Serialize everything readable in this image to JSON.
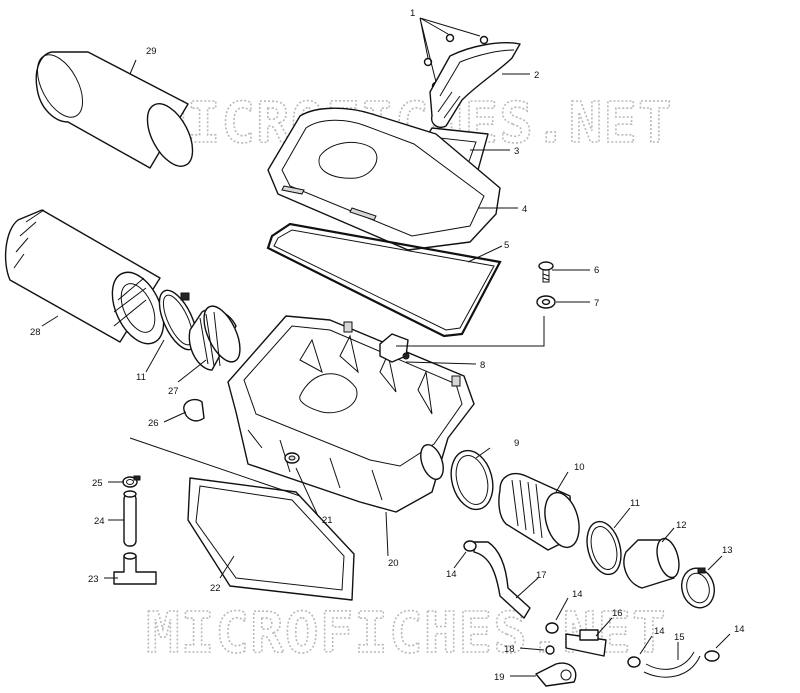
{
  "watermarks": [
    "MICROFICHES.NET",
    "MICROFICHES.NET"
  ],
  "callouts": [
    "1",
    "2",
    "3",
    "4",
    "5",
    "6",
    "7",
    "8",
    "9",
    "10",
    "11",
    "11",
    "12",
    "13",
    "14",
    "14",
    "14",
    "14",
    "15",
    "16",
    "17",
    "18",
    "19",
    "20",
    "21",
    "22",
    "23",
    "24",
    "25",
    "26",
    "27",
    "28",
    "29"
  ]
}
